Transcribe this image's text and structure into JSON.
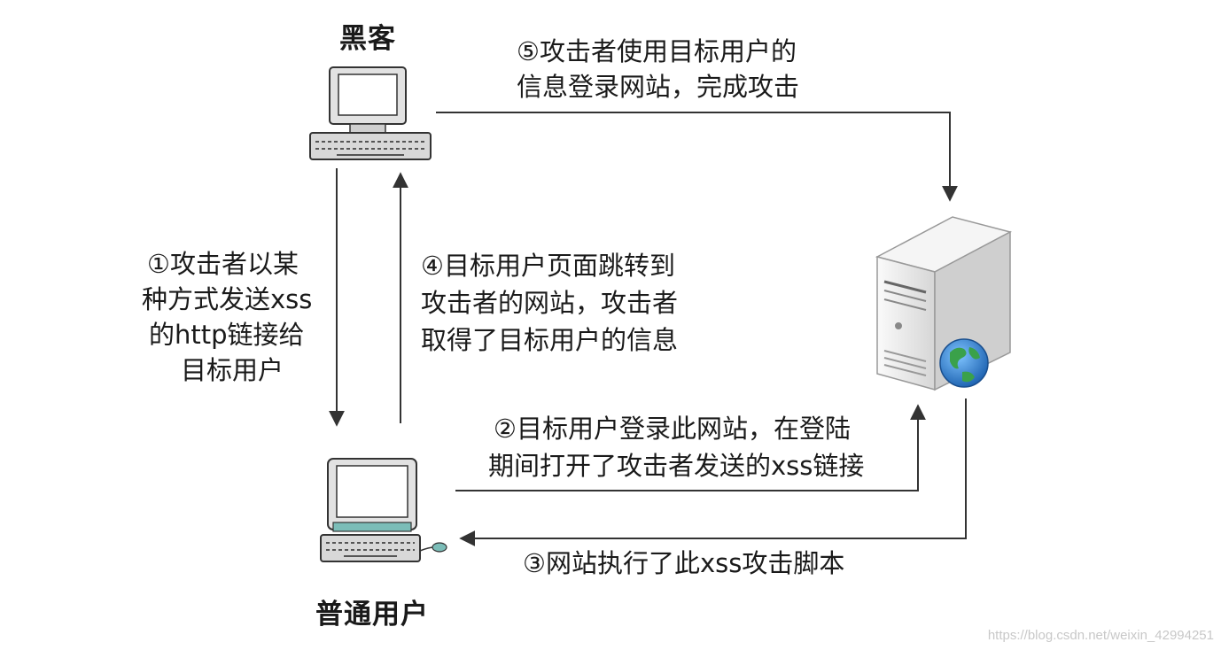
{
  "nodes": {
    "hacker": "黑客",
    "user": "普通用户"
  },
  "steps": {
    "step1": [
      "①攻击者以某",
      "种方式发送xss",
      "的http链接给",
      "目标用户"
    ],
    "step2": [
      "②目标用户登录此网站，在登陆",
      "期间打开了攻击者发送的xss链接"
    ],
    "step3": "③网站执行了此xss攻击脚本",
    "step4": [
      "④目标用户页面跳转到",
      "攻击者的网站，攻击者",
      "取得了目标用户的信息"
    ],
    "step5": [
      "⑤攻击者使用目标用户的",
      "信息登录网站，完成攻击"
    ]
  },
  "watermark": "https://blog.csdn.net/weixin_42994251",
  "colors": {
    "line": "#333333",
    "text": "#1a1a1a",
    "globe": "#2a7fd0",
    "land": "#3aa14a",
    "computer_shell": "#e2e2e2",
    "screen": "#ffffff",
    "server_shell": "#ededed"
  },
  "icons": [
    "desktop-computer-icon",
    "desktop-computer-icon",
    "web-server-icon",
    "globe-icon"
  ]
}
